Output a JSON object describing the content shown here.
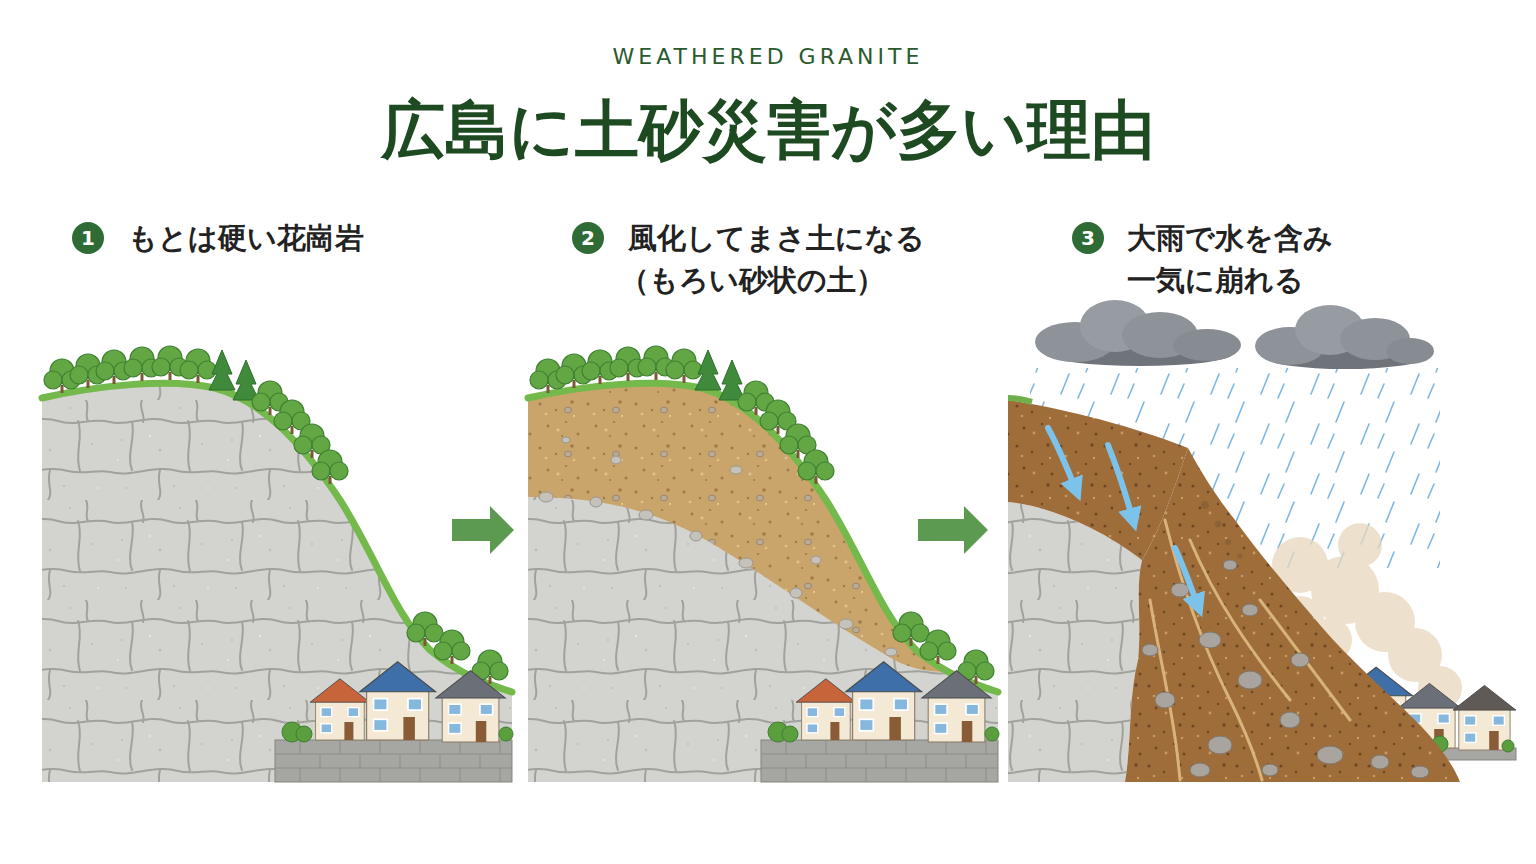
{
  "diagram": {
    "title": "広島に土砂災害が多い理由",
    "nodes": [
      {
        "text": [
          "もとは硬い花崗岩"
        ]
      },
      {
        "text": [
          "1"
        ],
        "in": 0
      },
      {
        "text": [
          "風化してまさ土になる",
          "（もろい砂状の土）"
        ]
      },
      {
        "text": [
          "2"
        ],
        "in": 2
      },
      {
        "text": [
          "大雨で水を含み 一気に崩れる"
        ]
      },
      {
        "text": [
          "3"
        ],
        "in": 4
      }
    ],
    "edges": [
      {
        "from": 0,
        "to": 2,
        "arrow": "to"
      },
      {
        "from": 2,
        "to": 4,
        "arrow": "to"
      }
    ],
    "labels": [
      "WEATHERED GRANITE"
    ]
  }
}
